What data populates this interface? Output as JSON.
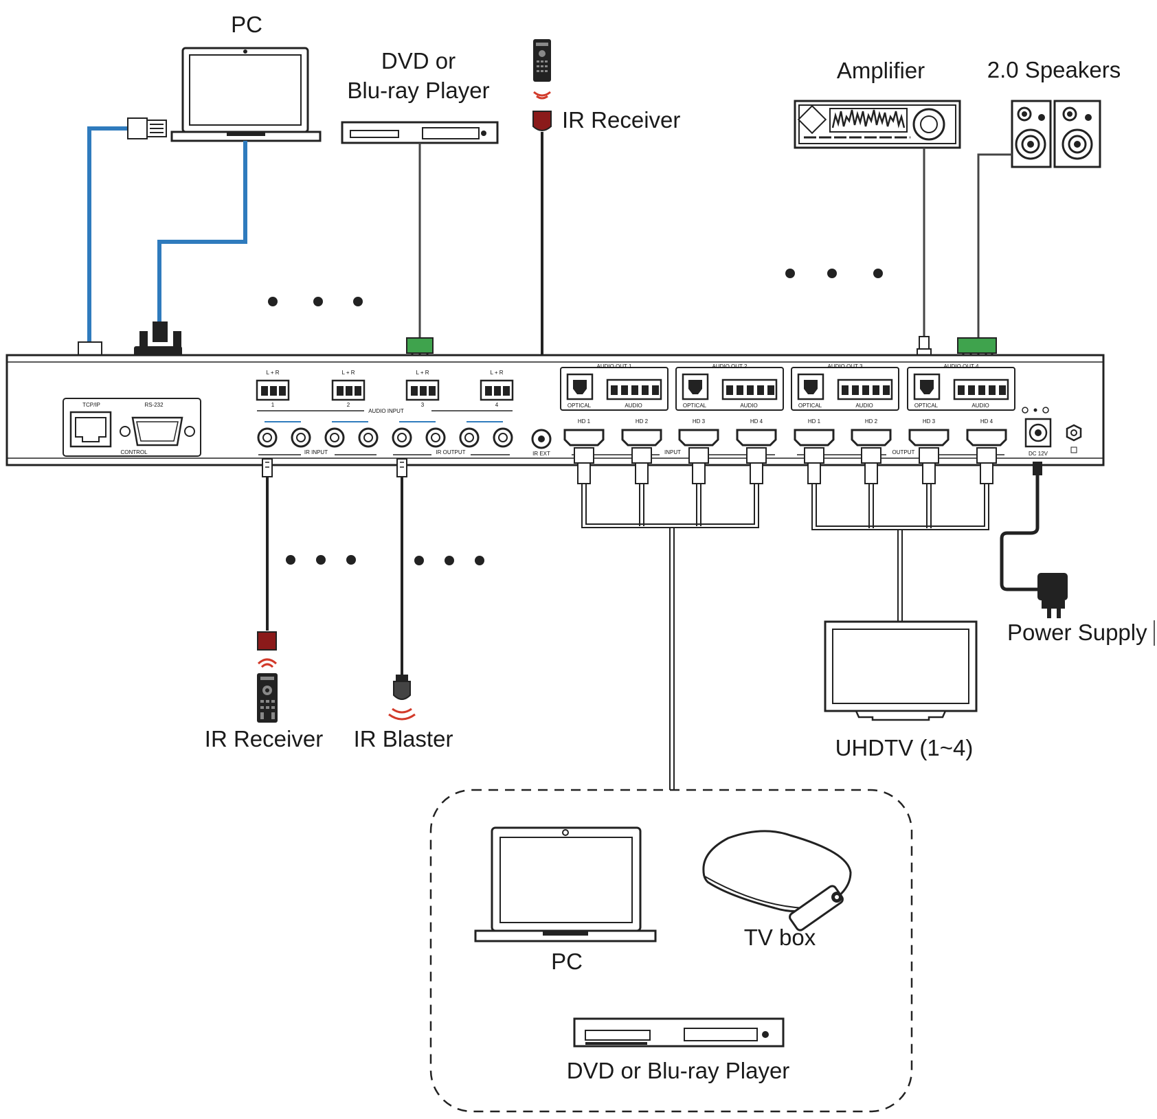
{
  "labels": {
    "pc_top": "PC",
    "dvd_top_line1": "DVD or",
    "dvd_top_line2": "Blu-ray Player",
    "ir_receiver_top": "IR Receiver",
    "amplifier": "Amplifier",
    "speakers": "2.0 Speakers",
    "ir_receiver_bottom": "IR Receiver",
    "ir_blaster": "IR Blaster",
    "uhdtv": "UHDTV (1~4)",
    "power_supply": "Power Supply",
    "pc_group": "PC",
    "tv_box": "TV box",
    "dvd_group": "DVD or Blu-ray Player"
  },
  "panel": {
    "tcpip": "TCP/IP",
    "rs232": "RS-232",
    "control": "CONTROL",
    "audio_input": "AUDIO INPUT",
    "ir_input": "IR INPUT",
    "ir_output": "IR OUTPUT",
    "ir_ext": "IR EXT",
    "input": "INPUT",
    "output": "OUTPUT",
    "dc": "DC 12V",
    "lr": "L  +  R",
    "audio_in_numbers": [
      "1",
      "2",
      "3",
      "4"
    ],
    "audio_out_titles": [
      "AUDIO OUT 1",
      "AUDIO OUT 2",
      "AUDIO OUT 3",
      "AUDIO OUT 4"
    ],
    "optical": "OPTICAL",
    "audio": "AUDIO",
    "hdmi_inputs": [
      "HD 1",
      "HD 2",
      "HD 3",
      "HD 4"
    ],
    "hdmi_outputs": [
      "HD 1",
      "HD 2",
      "HD 3",
      "HD 4"
    ]
  },
  "colors": {
    "network_cable": "#2f7bbd",
    "ir_receiver_head": "#8b1a1a",
    "ir_signal": "#d23a2a",
    "phoenix_connector": "#3fa34d"
  },
  "icons": [
    "laptop-icon",
    "dvd-player-icon",
    "remote-control-icon",
    "ir-receiver-icon",
    "ir-blaster-icon",
    "amplifier-icon",
    "speaker-icon",
    "tv-icon",
    "power-adapter-icon",
    "tv-box-icon",
    "rj45-plug-icon",
    "db9-plug-icon"
  ]
}
